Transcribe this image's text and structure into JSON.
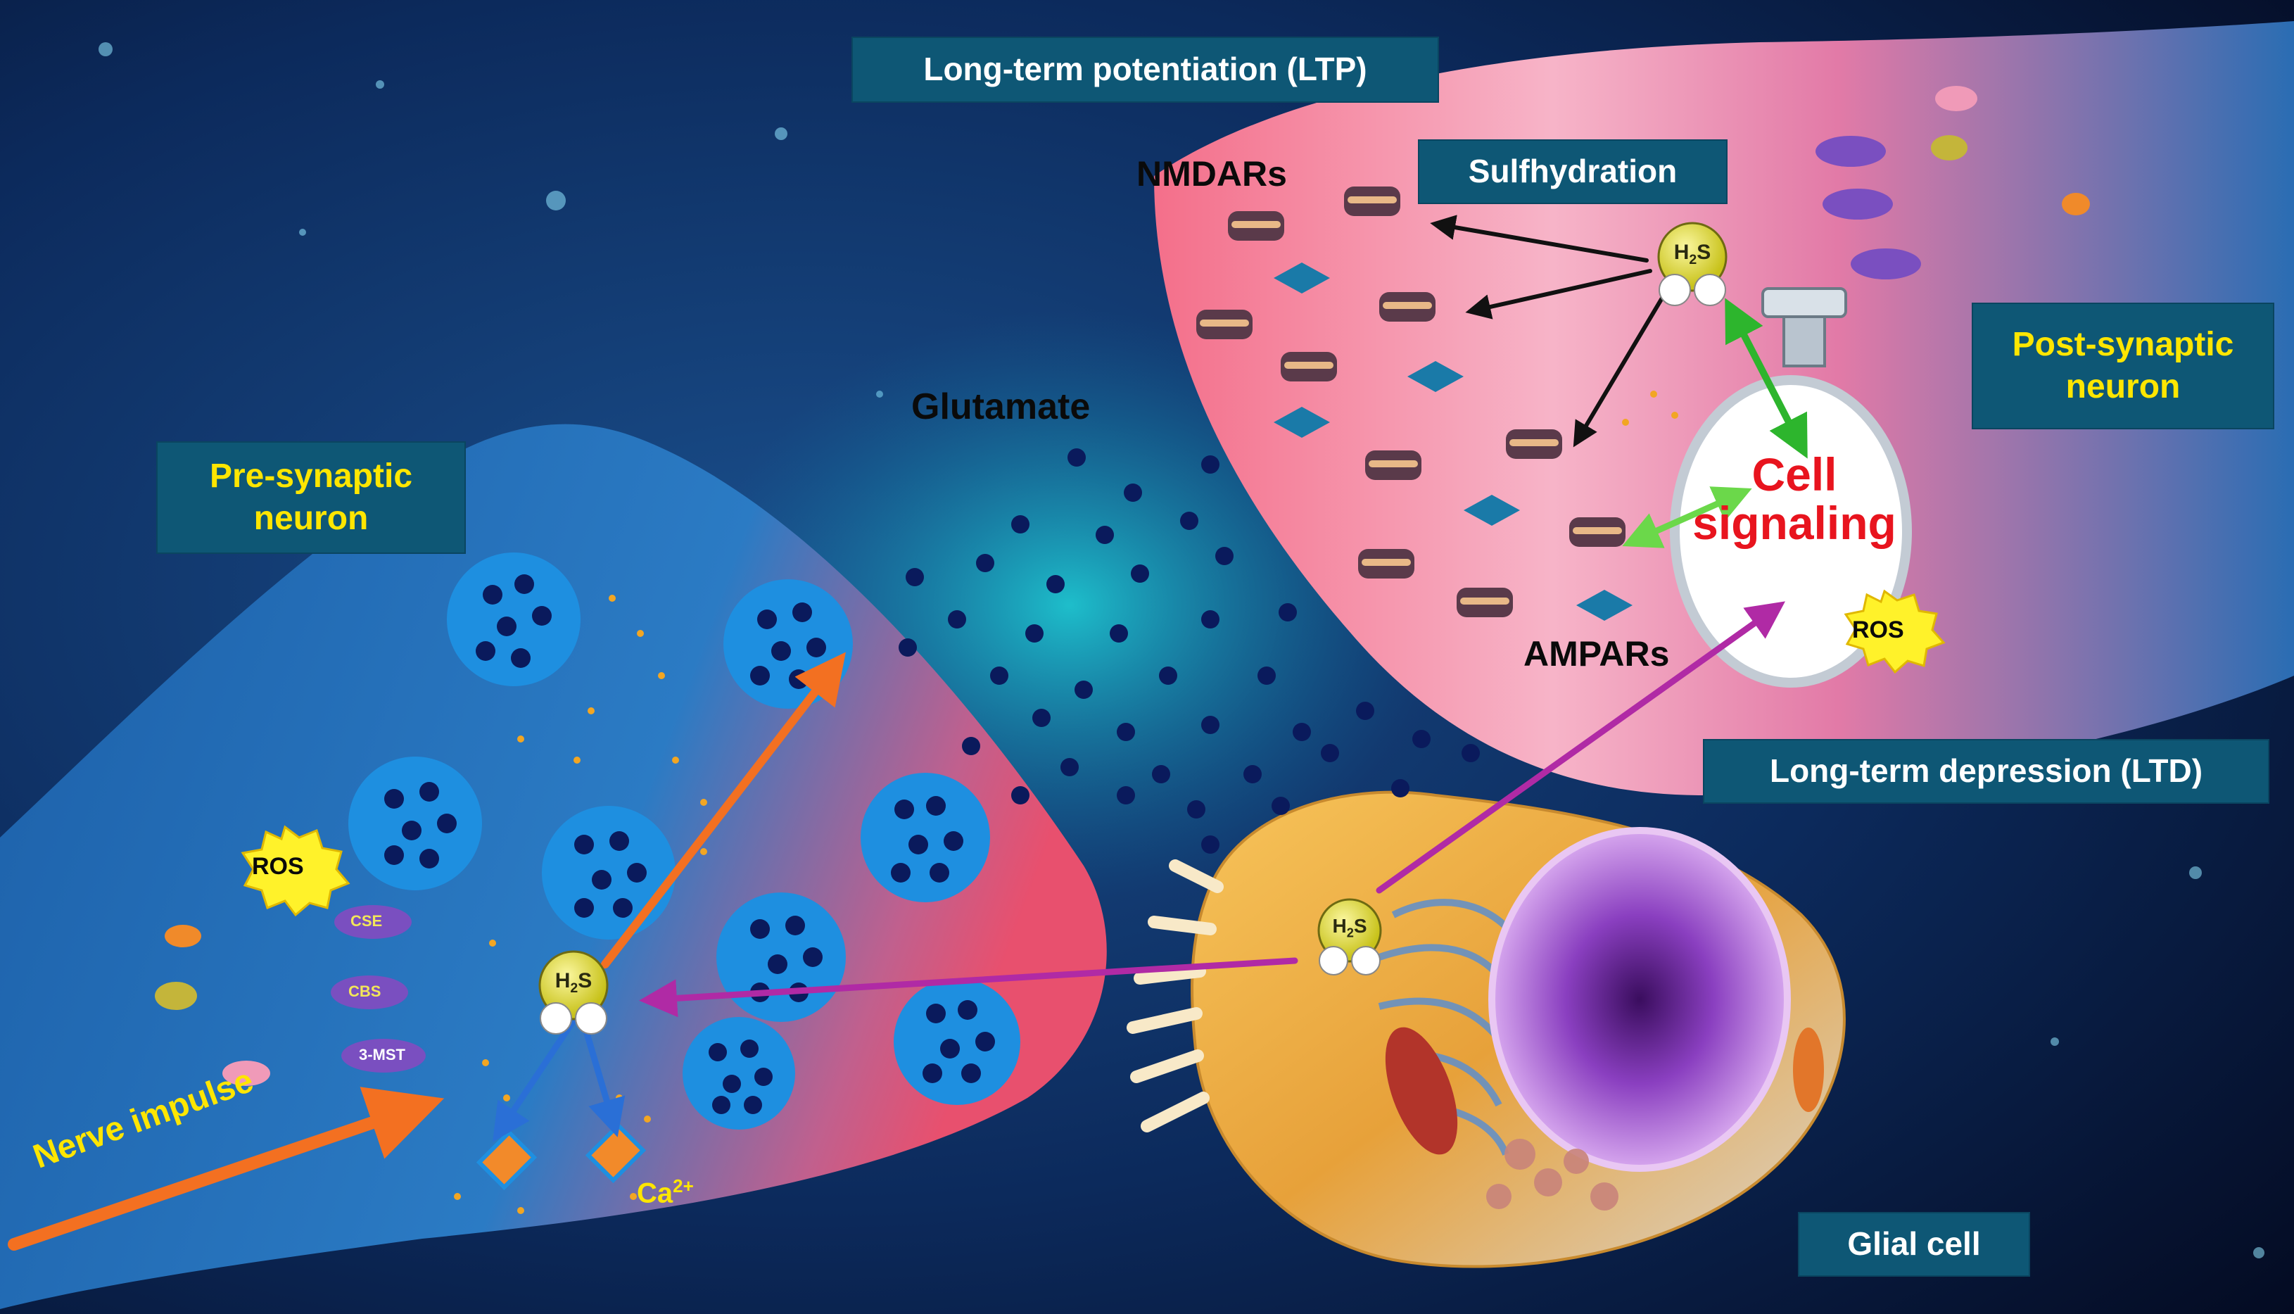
{
  "labels": {
    "ltp": "Long-term potentiation (LTP)",
    "ltd": "Long-term depression (LTD)",
    "sulfhydration": "Sulfhydration",
    "nmdars": "NMDARs",
    "ampars": "AMPARs",
    "glutamate": "Glutamate",
    "pre_synaptic": "Pre-synaptic neuron",
    "post_synaptic": "Post-synaptic neuron",
    "glial_cell": "Glial cell",
    "nerve_impulse": "Nerve impulse",
    "ca": "Ca",
    "ca_sup": "2+",
    "cell_signaling_line1": "Cell",
    "cell_signaling_line2": "signaling",
    "ros_pre": "ROS",
    "ros_post": "ROS",
    "h2s": "H",
    "h2s_sub": "2",
    "h2s_tail": "S",
    "enzyme_cse": "CSE",
    "enzyme_cbs": "CBS",
    "enzyme_3mst": "3-MST"
  },
  "colors": {
    "label_box": "#0e5775",
    "label_yellow_text": "#ffe600",
    "cell_signaling_text": "#e8141e",
    "arrow_orange": "#f37021",
    "arrow_magenta": "#b02aa5",
    "arrow_green": "#2db52d",
    "arrow_black": "#111111",
    "arrow_blue": "#2a6fd6",
    "glutamate_dot": "#0a1a5c",
    "vesicle": "#1e8fe0"
  }
}
